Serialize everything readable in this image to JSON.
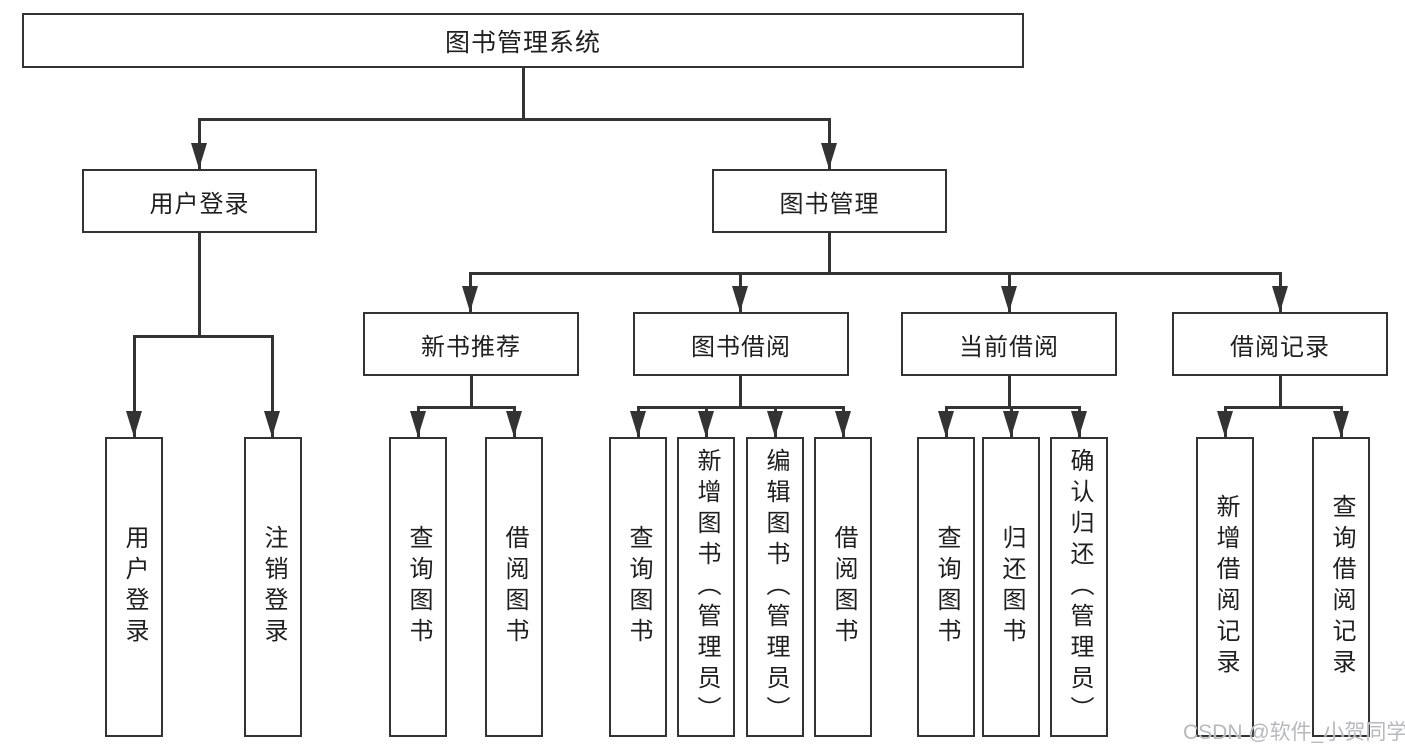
{
  "root": "图书管理系统",
  "level2": [
    "用户登录",
    "图书管理"
  ],
  "level3": [
    "新书推荐",
    "图书借阅",
    "当前借阅",
    "借阅记录"
  ],
  "leaves": [
    "用户登录",
    "注销登录",
    "查询图书",
    "借阅图书",
    "查询图书",
    "新增图书（管理员）",
    "编辑图书（管理员）",
    "借阅图书",
    "查询图书",
    "归还图书",
    "确认归还（管理员）",
    "新增借阅记录",
    "查询借阅记录"
  ],
  "watermark": "CSDN @软件_小贺同学",
  "colors": {
    "line": "#333333",
    "box_border": "#333333",
    "text": "#1f1f1f",
    "watermark": "#b6babd",
    "background": "#ffffff"
  }
}
